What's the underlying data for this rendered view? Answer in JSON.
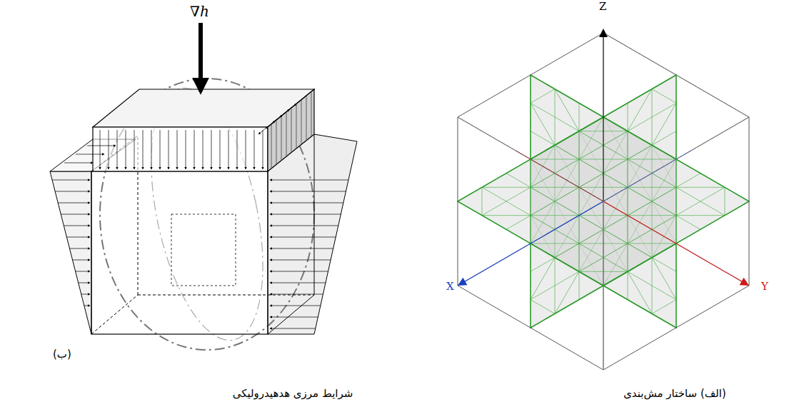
{
  "diagram": {
    "labels": [
      "∇h",
      "(ب)",
      "شرایط مرزی هدهیدرولیکی",
      "(الف) ساختار مش‌بندی",
      "Z",
      "X",
      "Y"
    ]
  }
}
